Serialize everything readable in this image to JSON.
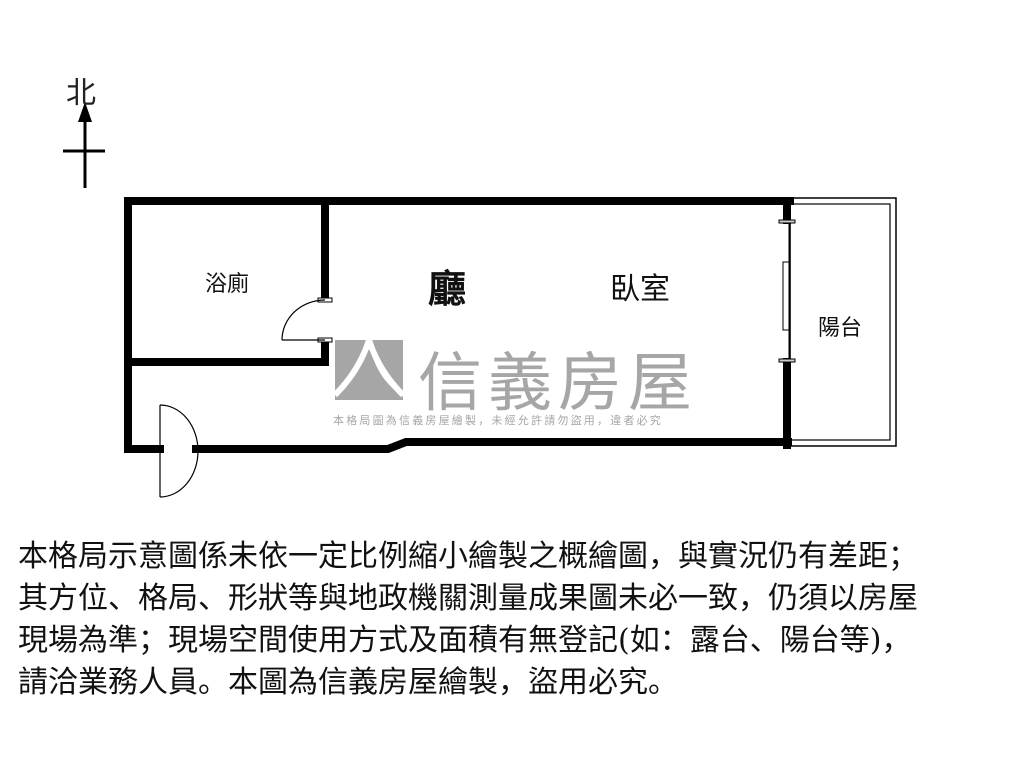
{
  "compass": {
    "label": "北",
    "icon": "north-arrow-icon"
  },
  "floor_plan": {
    "rooms": [
      {
        "id": "bathroom",
        "label": "浴廁"
      },
      {
        "id": "living-room",
        "label": "廳"
      },
      {
        "id": "bedroom",
        "label": "臥室"
      },
      {
        "id": "balcony",
        "label": "陽台"
      }
    ]
  },
  "watermark": {
    "logo_icon": "sinyi-logo-icon",
    "brand_name": "信義房屋",
    "subtitle": "本格局圖為信義房屋繪製，未經允許請勿盜用，違者必究",
    "color": "#a6a6a6"
  },
  "notice": {
    "lines": [
      "本格局示意圖係未依一定比例縮小繪製之概繪圖，與實況仍有差距；",
      "其方位、格局、形狀等與地政機關測量成果圖未必一致，仍須以房屋",
      "現場為準；現場空間使用方式及面積有無登記(如：露台、陽台等)，",
      "請洽業務人員。本圖為信義房屋繪製，盜用必究。"
    ]
  }
}
